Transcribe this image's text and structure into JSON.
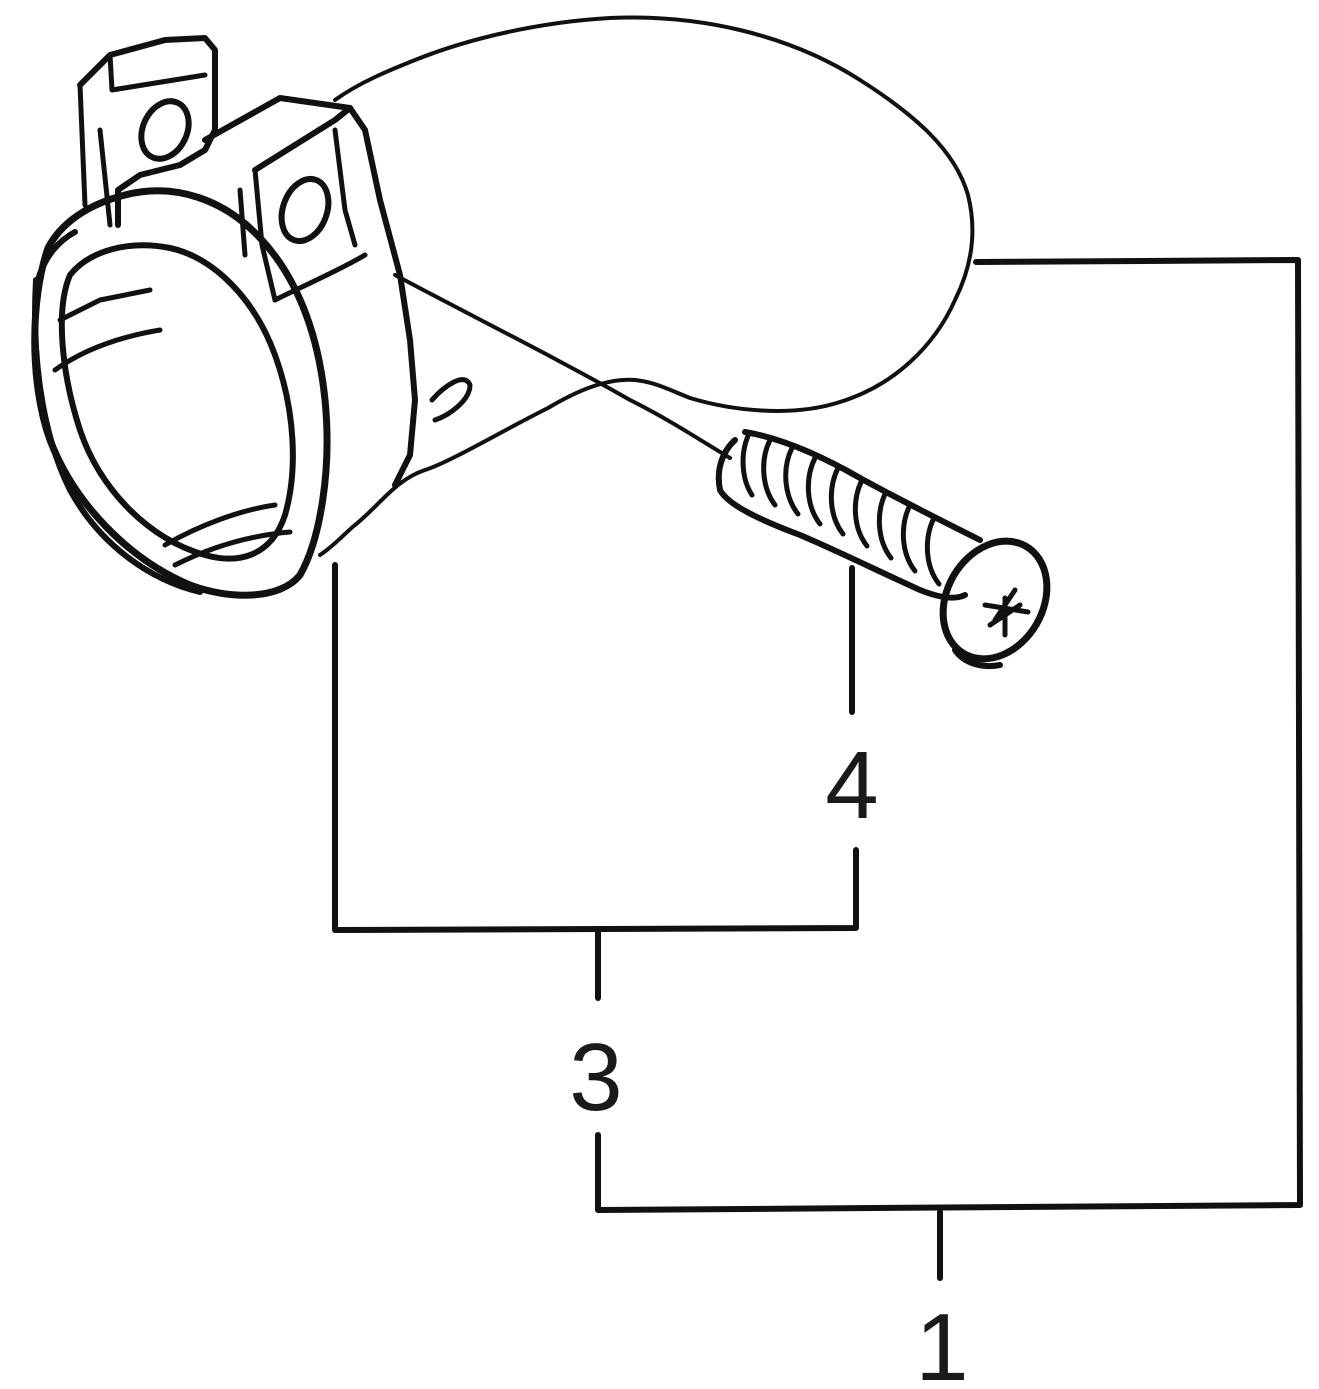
{
  "diagram": {
    "parts": {
      "clamp": "hose-clamp",
      "screw": "phillips-screw"
    },
    "callouts": {
      "one": "1",
      "three": "3",
      "four": "4"
    },
    "colors": {
      "ink": "#111111",
      "background": "#ffffff"
    }
  }
}
